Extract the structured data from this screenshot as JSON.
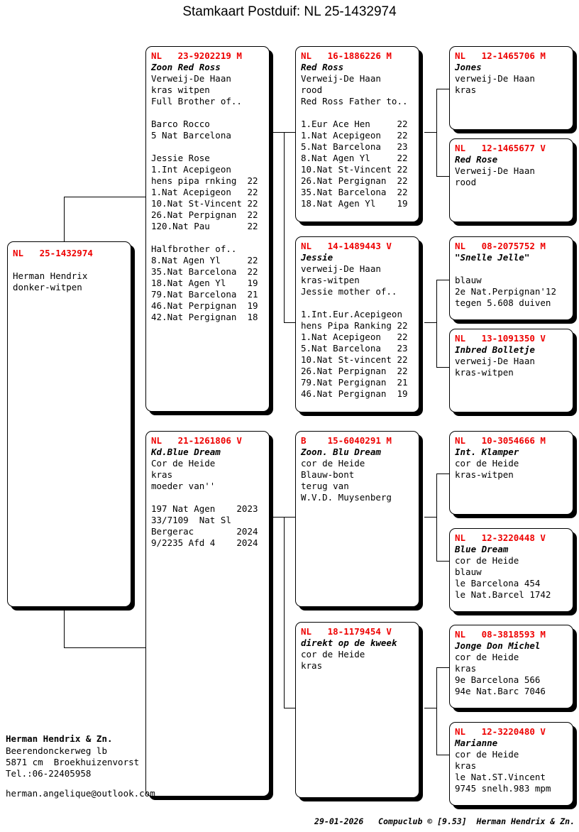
{
  "title": "Stamkaart Postduif: NL  25-1432974",
  "colors": {
    "ring_number": "#ee0000",
    "text": "#000000",
    "background": "#ffffff",
    "box_border": "#000000"
  },
  "boxes": {
    "subject": {
      "ring": "NL   25-1432974",
      "lines": [
        "",
        "Herman Hendrix",
        "donker-witpen"
      ],
      "italic_line_index": -1
    },
    "sire": {
      "ring": "NL   23-9202219 M",
      "lines": [
        "Zoon Red Ross",
        "Verweij-De Haan",
        "kras witpen",
        "Full Brother of..",
        "",
        "Barco Rocco",
        "5 Nat Barcelona",
        "",
        "Jessie Rose",
        "1.Int Acepigeon",
        "hens pipa rnking  22",
        "1.Nat Acepigeon   22",
        "10.Nat St-Vincent 22",
        "26.Nat Perpignan  22",
        "120.Nat Pau       22",
        "",
        "Halfbrother of..",
        "8.Nat Agen Yl     22",
        "35.Nat Barcelona  22",
        "18.Nat Agen Yl    19",
        "79.Nat Barcelona  21",
        "46.Nat Perpignan  19",
        "42.Nat Pergignan  18"
      ],
      "italic_line_index": 0
    },
    "dam": {
      "ring": "NL   21-1261806 V",
      "lines": [
        "Kd.Blue Dream",
        "Cor de Heide",
        "kras",
        "moeder van''",
        "",
        "197 Nat Agen    2023",
        "33/7109  Nat Sl",
        "Bergerac        2024",
        "9/2235 Afd 4    2024"
      ],
      "italic_line_index": 0
    },
    "sire_sire": {
      "ring": "NL   16-1886226 M",
      "lines": [
        "Red Ross",
        "Verweij-De Haan",
        "rood",
        "Red Ross Father to..",
        "",
        "1.Eur Ace Hen     22",
        "1.Nat Acepigeon   22",
        "5.Nat Barcelona   23",
        "8.Nat Agen Yl     22",
        "10.Nat St-Vincent 22",
        "26.Nat Pergignan  22",
        "35.Nat Barcelona  22",
        "18.Nat Agen Yl    19"
      ],
      "italic_line_index": 0
    },
    "sire_dam": {
      "ring": "NL   14-1489443 V",
      "lines": [
        "Jessie",
        "verweij-De Haan",
        "kras-witpen",
        "Jessie mother of..",
        "",
        "1.Int.Eur.Acepigeon",
        "hens Pipa Ranking 22",
        "1.Nat Acepigeon   22",
        "5.Nat Barcelona   23",
        "10.Nat St-vincent 22",
        "26.Nat Perpignan  22",
        "79.Nat Pergignan  21",
        "46.Nat Pergignan  19"
      ],
      "italic_line_index": 0
    },
    "dam_sire": {
      "ring": "B    15-6040291 M",
      "lines": [
        "Zoon. Blu Dream",
        "cor de Heide",
        "Blauw-bont",
        "terug van",
        "W.V.D. Muysenberg"
      ],
      "italic_line_index": 0
    },
    "dam_dam": {
      "ring": "NL   18-1179454 V",
      "lines": [
        "direkt op de kweek",
        "cor de Heide",
        "kras"
      ],
      "italic_line_index": 0
    },
    "ss_sire": {
      "ring": "NL   12-1465706 M",
      "lines": [
        "Jones",
        "verweij-De Haan",
        "kras"
      ],
      "italic_line_index": 0
    },
    "ss_dam": {
      "ring": "NL   12-1465677 V",
      "lines": [
        "Red Rose",
        "Verweij-De Haan",
        "rood"
      ],
      "italic_line_index": 0
    },
    "sd_sire": {
      "ring": "NL   08-2075752 M",
      "lines": [
        "\"Snelle Jelle\"",
        "",
        "blauw",
        "2e Nat.Perpignan'12",
        "tegen 5.608 duiven"
      ],
      "italic_line_index": 0
    },
    "sd_dam": {
      "ring": "NL   13-1091350 V",
      "lines": [
        "Inbred Bolletje",
        "verweij-De Haan",
        "kras-witpen"
      ],
      "italic_line_index": 0
    },
    "ds_sire": {
      "ring": "NL   10-3054666 M",
      "lines": [
        "Int. Klamper",
        "cor de Heide",
        "kras-witpen"
      ],
      "italic_line_index": 0
    },
    "ds_dam": {
      "ring": "NL   12-3220448 V",
      "lines": [
        "Blue Dream",
        "cor de Heide",
        "blauw",
        "le Barcelona 454",
        "le Nat.Barcel 1742"
      ],
      "italic_line_index": 0
    },
    "dd_sire": {
      "ring": "NL   08-3818593 M",
      "lines": [
        "Jonge Don Michel",
        "cor de Heide",
        "kras",
        "9e Barcelona 566",
        "94e Nat.Barc 7046"
      ],
      "italic_line_index": 0
    },
    "dd_dam": {
      "ring": "NL   12-3220480 V",
      "lines": [
        "Marianne",
        "cor de Heide",
        "kras",
        "le Nat.ST.Vincent",
        "9745 snelh.983 mpm"
      ],
      "italic_line_index": 0
    }
  },
  "owner": {
    "name": "Herman Hendrix & Zn.",
    "address_1": "Beerendonckerweg lb",
    "address_2": "5871 cm  Broekhuizenvorst",
    "phone": "Tel.:06-22405958",
    "email": "herman.angelique@outlook.com"
  },
  "credit": "29-01-2026   Compuclub © [9.53]  Herman Hendrix & Zn."
}
